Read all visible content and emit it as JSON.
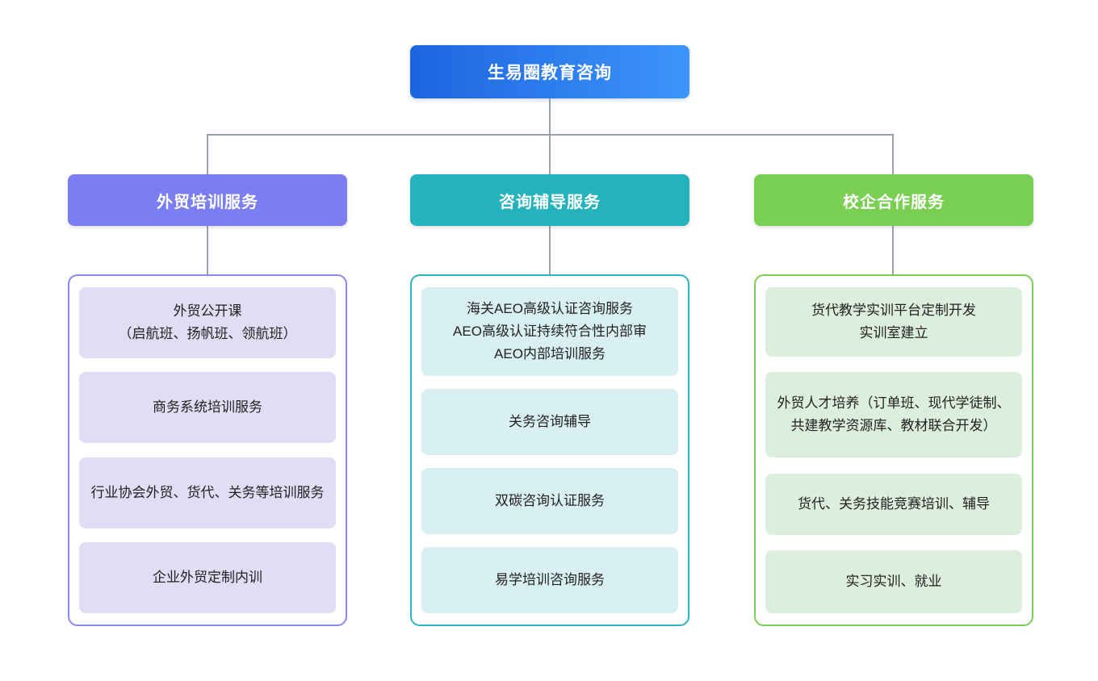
{
  "diagram": {
    "type": "organization-tree",
    "orientation": "top-down",
    "root": {
      "label": "生易圈教育咨询",
      "gradient_from": "#1d64e0",
      "gradient_to": "#3d95fb",
      "text_color": "#ffffff"
    },
    "connector_color": "#9aa3ad",
    "background": "#ffffff",
    "branches": [
      {
        "label": "外贸培训服务",
        "header_color": "#7b7ef0",
        "border_color": "#8b85f2",
        "card_color": "#e2ddf4",
        "items": [
          "外贸公开课\n（启航班、扬帆班、领航班）",
          "商务系统培训服务",
          "行业协会外贸、货代、关务等培训服务",
          "企业外贸定制内训"
        ]
      },
      {
        "label": "咨询辅导服务",
        "header_color": "#24b3bd",
        "border_color": "#2bb5bf",
        "card_color": "#d9f0f2",
        "items": [
          "海关AEO高级认证咨询服务\nAEO高级认证持续符合性内部审\nAEO内部培训服务",
          "关务咨询辅导",
          "双碳咨询认证服务",
          "易学培训咨询服务"
        ]
      },
      {
        "label": "校企合作服务",
        "header_color": "#78cf52",
        "border_color": "#79cf53",
        "card_color": "#dcefdc",
        "items": [
          "货代教学实训平台定制开发\n实训室建立",
          "外贸人才培养（订单班、现代学徒制、共建教学资源库、教材联合开发）",
          "货代、关务技能竞赛培训、辅导",
          "实习实训、就业"
        ]
      }
    ]
  }
}
